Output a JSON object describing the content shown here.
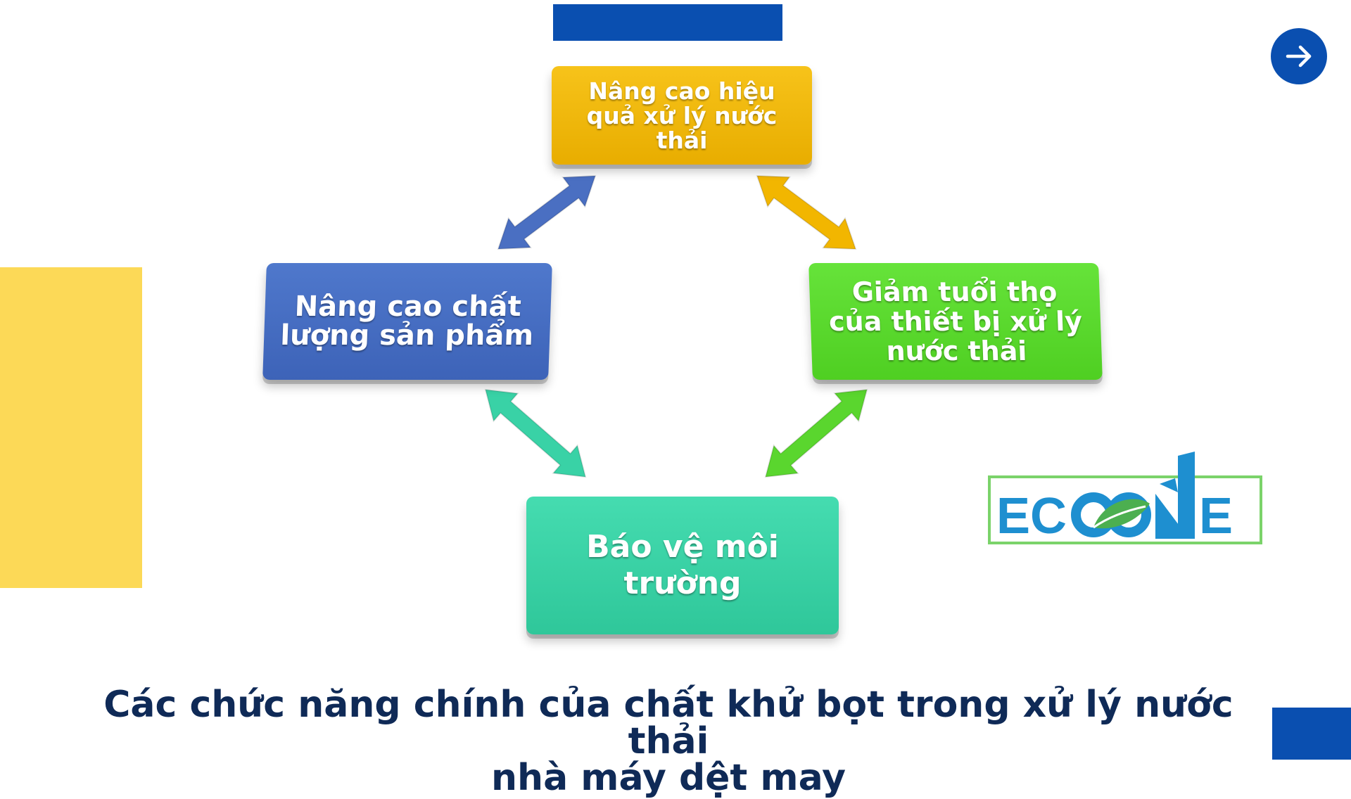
{
  "diagram": {
    "nodes": {
      "top": "Nâng cao hiệu quả xử lý nước thải",
      "left": "Nâng cao chất lượng sản phẩm",
      "right": "Giảm tuổi thọ của thiết bị xử lý nước thải",
      "bottom": "Báo vệ môi trường"
    },
    "colors": {
      "top": "#f2b600",
      "left": "#4a6fc2",
      "right": "#5ad62e",
      "bottom": "#39d2a6"
    }
  },
  "logo": {
    "text": "ECOONE",
    "colors": {
      "primary": "#1e8fd0",
      "leaf": "#4caf50",
      "border": "#7bd36a"
    }
  },
  "caption": {
    "line1": "Các chức năng chính của chất khử bọt trong xử lý nước thải",
    "line2": "nhà máy dệt may"
  },
  "decor": {
    "accent_blue": "#0a4fb0",
    "accent_yellow": "#fcd957",
    "next_icon": "arrow-right-icon"
  }
}
